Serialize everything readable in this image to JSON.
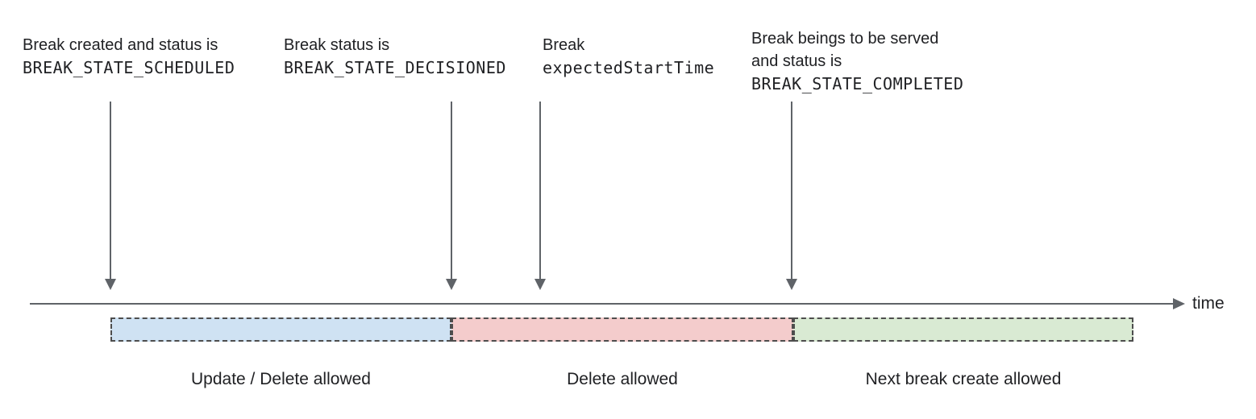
{
  "annotations": [
    {
      "line1": "Break created and status is",
      "code": "BREAK_STATE_SCHEDULED"
    },
    {
      "line1": "Break status is",
      "code": "BREAK_STATE_DECISIONED"
    },
    {
      "line1": "Break",
      "code": "expectedStartTime"
    },
    {
      "line1": "Break beings to be served",
      "line2": "and status is",
      "code": "BREAK_STATE_COMPLETED"
    }
  ],
  "timeline": {
    "axis_label": "time"
  },
  "segments": [
    {
      "label": "Update / Delete allowed",
      "fill": "#cfe2f3"
    },
    {
      "label": "Delete allowed",
      "fill": "#f4cccc"
    },
    {
      "label": "Next break create allowed",
      "fill": "#d9ead3"
    }
  ],
  "colors": {
    "axis_line": "#5f6368",
    "text": "#202124",
    "segment_border": "#4d4d4d"
  }
}
